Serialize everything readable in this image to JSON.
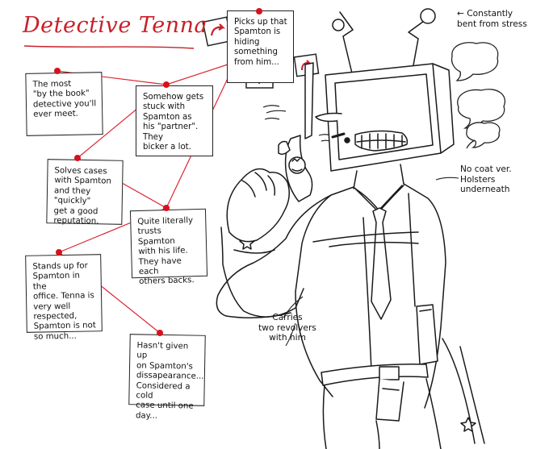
{
  "title": "Detective Tenna",
  "notes": [
    {
      "text": "The most\n\"by the book\"\ndetective you'll\never meet."
    },
    {
      "text": "Somehow gets\nstuck with\nSpamton as\nhis \"partner\". They\nbicker a lot."
    },
    {
      "text": "Solves cases\nwith Spamton\nand they \"quickly\"\nget a good\nreputation."
    },
    {
      "text": "Quite literally\ntrusts Spamton\nwith his life.\nThey have each\nothers backs."
    },
    {
      "text": "Stands up for\nSpamton in the\noffice. Tenna is\nvery well respected,\nSpamton is not\nso much..."
    },
    {
      "text": "Hasn't given up\non Spamton's\ndissapearance...\nConsidered a cold\ncase until one\nday..."
    },
    {
      "text": "Picks up that\nSpamton is\nhiding something\nfrom him..."
    }
  ],
  "annotations": {
    "antenna": "← Constantly\nbent from stress",
    "coat": "No coat ver.\nHolsters\nunderneath",
    "revolvers": "Carries\ntwo revolvers\nwith him"
  },
  "colors": {
    "accent": "#c8202a",
    "pin": "#d8101e",
    "ink": "#111111"
  }
}
